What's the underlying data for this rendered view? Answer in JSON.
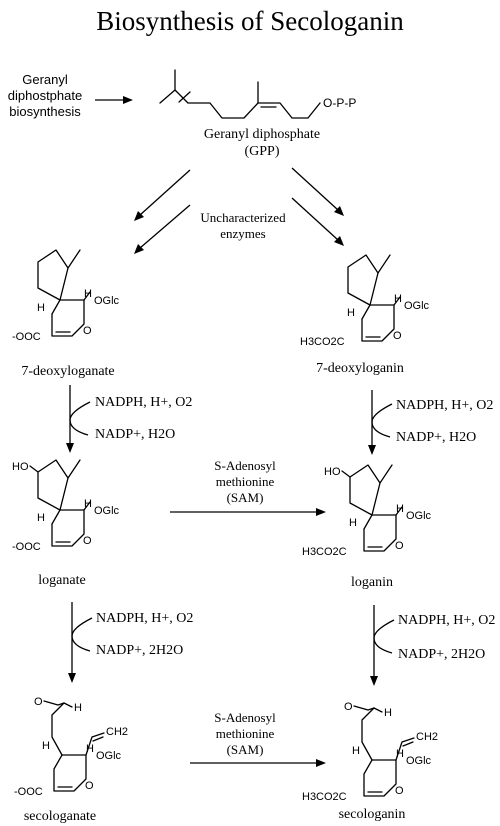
{
  "title": "Biosynthesis of Secologanin",
  "gpp_source": [
    "Geranyl",
    "diphostphate",
    "biosynthesis"
  ],
  "gpp": {
    "name": "Geranyl diphosphate",
    "abbr": "(GPP)",
    "group": "O-P-P"
  },
  "uncharacterized": [
    "Uncharacterized",
    "enzymes"
  ],
  "sam": [
    "S-Adenosyl",
    "methionine",
    "(SAM)"
  ],
  "compounds": {
    "deoxyloganate": "7-deoxyloganate",
    "deoxyloganin": "7-deoxyloganin",
    "loganate": "loganate",
    "loganin": "loganin",
    "secologanate": "secologanate",
    "secologanin": "secologanin"
  },
  "labels": {
    "oglc": "OGlc",
    "h": "H",
    "ho": "HO",
    "o": "O",
    "coo_minus": "-OOC",
    "methyl_ester": "H3CO2C",
    "ch2": "CH2"
  },
  "cofactors": {
    "in_o2": "NADPH, H+, O2",
    "out_h2o": "NADP+, H2O",
    "out_2h2o": "NADP+, 2H2O"
  }
}
